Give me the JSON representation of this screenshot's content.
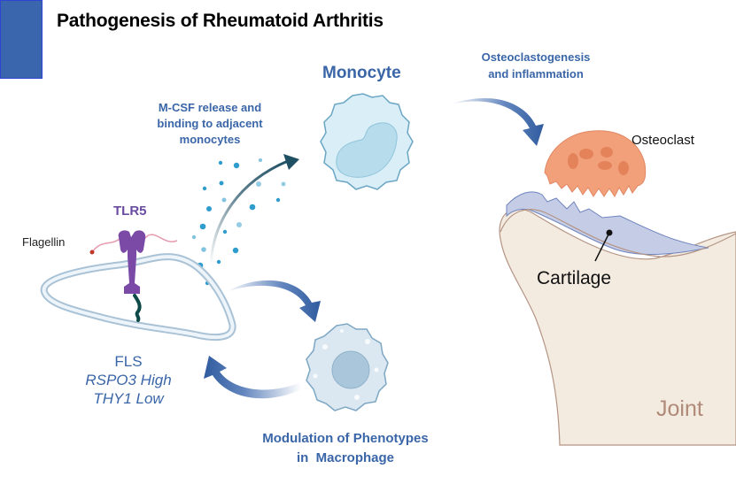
{
  "title": "Pathogenesis of Rheumatoid Arthritis",
  "colors": {
    "accent_block": "#3a66ad",
    "label_blue": "#3a66a8",
    "tlr5_purple": "#6a3d9a",
    "osteoclast": "#f2a07a",
    "cartilage": "#c5cde6",
    "joint": "#f3ebe0",
    "joint_label": "#b08a78",
    "cell_blue": "#d9eef7"
  },
  "labels": {
    "monocyte": "Monocyte",
    "mcsf": [
      "M-CSF release and",
      "binding to adjacent",
      "monocytes"
    ],
    "osteoclastogenesis": [
      "Osteoclastogenesis",
      "and inflammation"
    ],
    "osteoclast": "Osteoclast",
    "cartilage": "Cartilage",
    "joint": "Joint",
    "tlr5": "TLR5",
    "flagellin": "Flagellin",
    "fls": [
      "FLS",
      "RSPO3 High",
      "THY1 Low"
    ],
    "macrophage": [
      "Modulation of Phenotypes",
      "in  Macrophage"
    ]
  },
  "icons": {
    "monocyte": "monocyte-cell-icon",
    "macrophage": "macrophage-cell-icon",
    "osteoclast": "osteoclast-cell-icon",
    "fls": "fibroblast-cell-icon",
    "tlr5": "tlr5-receptor-icon",
    "joint": "joint-bone-icon"
  }
}
